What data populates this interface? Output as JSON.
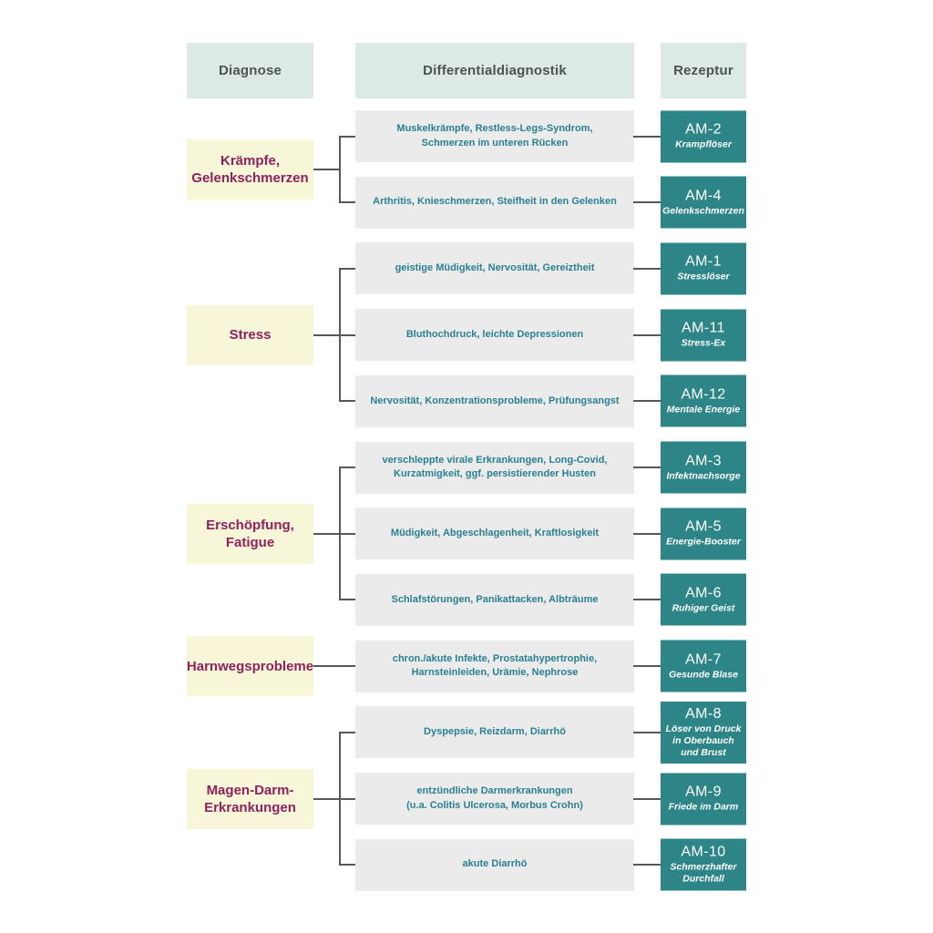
{
  "header": {
    "diagnose": "Diagnose",
    "differential": "Differentialdiagnostik",
    "rezeptur": "Rezeptur"
  },
  "colors": {
    "background": "#ffffff",
    "header_bg": "#dde9e3",
    "header_text": "#4b5450",
    "diagnosis_bg": "#f8f6d8",
    "diagnosis_text": "#8f215c",
    "differential_bg": "#ebebeb",
    "differential_text": "#2a8093",
    "recipe_bg": "#2e8587",
    "recipe_text": "#ffffff",
    "line": "#58585a"
  },
  "groups": [
    {
      "diagnosis_lines": [
        "Krämpfe,",
        "Gelenkschmerzen"
      ],
      "rows": [
        {
          "diff_lines": [
            "Muskelkrämpfe, Restless-Legs-Syndrom,",
            "Schmerzen im unteren Rücken"
          ],
          "code": "AM-2",
          "name": "Krampflöser"
        },
        {
          "diff_lines": [
            "Arthritis, Knieschmerzen, Steifheit in den Gelenken"
          ],
          "code": "AM-4",
          "name": "Gelenkschmerzen"
        }
      ]
    },
    {
      "diagnosis_lines": [
        "Stress"
      ],
      "rows": [
        {
          "diff_lines": [
            "geistige Müdigkeit, Nervosität, Gereiztheit"
          ],
          "code": "AM-1",
          "name": "Stresslöser"
        },
        {
          "diff_lines": [
            "Bluthochdruck, leichte Depressionen"
          ],
          "code": "AM-11",
          "name": "Stress-Ex"
        },
        {
          "diff_lines": [
            "Nervosität, Konzentrationsprobleme, Prüfungsangst"
          ],
          "code": "AM-12",
          "name": "Mentale Energie"
        }
      ]
    },
    {
      "diagnosis_lines": [
        "Erschöpfung,",
        "Fatigue"
      ],
      "rows": [
        {
          "diff_lines": [
            "verschleppte virale Erkrankungen, Long-Covid,",
            "Kurzatmigkeit, ggf. persistierender Husten"
          ],
          "code": "AM-3",
          "name": "Infektnachsorge"
        },
        {
          "diff_lines": [
            "Müdigkeit, Abgeschlagenheit, Kraftlosigkeit"
          ],
          "code": "AM-5",
          "name": "Energie-Booster"
        },
        {
          "diff_lines": [
            "Schlafstörungen, Panikattacken, Albträume"
          ],
          "code": "AM-6",
          "name": "Ruhiger Geist"
        }
      ]
    },
    {
      "diagnosis_lines": [
        "Harnwegsprobleme"
      ],
      "rows": [
        {
          "diff_lines": [
            "chron./akute Infekte, Prostatahypertrophie,",
            "Harnsteinleiden, Urämie, Nephrose"
          ],
          "code": "AM-7",
          "name": "Gesunde Blase"
        }
      ]
    },
    {
      "diagnosis_lines": [
        "Magen-Darm-",
        "Erkrankungen"
      ],
      "rows": [
        {
          "diff_lines": [
            "Dyspepsie, Reizdarm, Diarrhö"
          ],
          "code": "AM-8",
          "name": "Löser von Druck in Oberbauch und Brust"
        },
        {
          "diff_lines": [
            "entzündliche Darmerkrankungen",
            "(u.a. Colitis Ulcerosa, Morbus Crohn)"
          ],
          "code": "AM-9",
          "name": "Friede im Darm"
        },
        {
          "diff_lines": [
            "akute Diarrhö"
          ],
          "code": "AM-10",
          "name": "Schmerzhafter Durchfall"
        }
      ]
    }
  ]
}
